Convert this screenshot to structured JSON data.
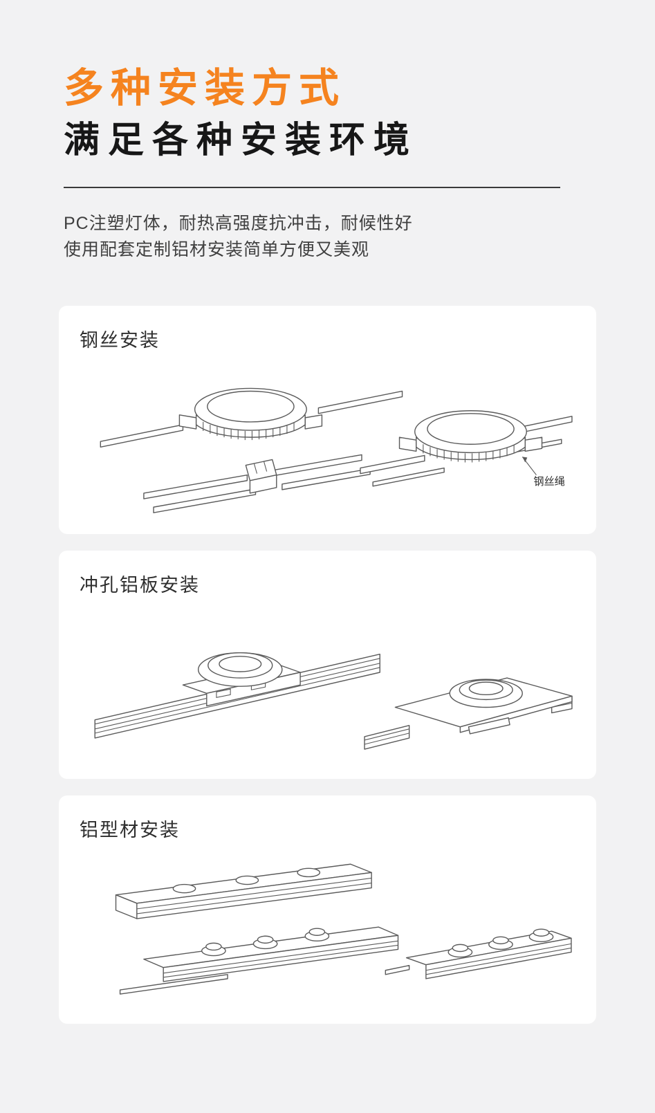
{
  "header": {
    "title": "多种安装方式",
    "subtitle": "满足各种安装环境"
  },
  "intro": {
    "line1": "PC注塑灯体，耐热高强度抗冲击，耐候性好",
    "line2": "使用配套定制铝材安装简单方便又美观"
  },
  "sections": [
    {
      "label": "钢丝安装",
      "annotation": "钢丝绳"
    },
    {
      "label": "冲孔铝板安装"
    },
    {
      "label": "铝型材安装"
    }
  ],
  "colors": {
    "accent": "#f5831f",
    "heading": "#171717",
    "body_text": "#3f3f3f",
    "page_background": "#f2f2f3",
    "card_background": "#ffffff",
    "line_art": "#5b5b5b"
  }
}
